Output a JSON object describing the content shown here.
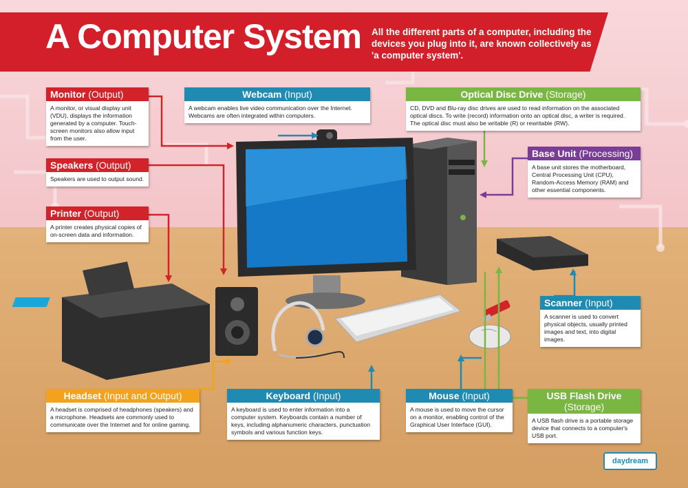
{
  "title": "A Computer System",
  "intro": "All the different parts of a computer, including the devices you plug into it, are known collectively as 'a computer system'.",
  "boxes": {
    "monitor": {
      "name": "Monitor",
      "type": "(Output)",
      "text": "A monitor, or visual display unit (VDU), displays the information generated by a computer. Touch-screen monitors also allow input from the user."
    },
    "speakers": {
      "name": "Speakers",
      "type": "(Output)",
      "text": "Speakers are used to output sound."
    },
    "printer": {
      "name": "Printer",
      "type": "(Output)",
      "text": "A printer creates physical copies of on-screen data and information."
    },
    "webcam": {
      "name": "Webcam",
      "type": "(Input)",
      "text": "A webcam enables live video communication over the Internet. Webcams are often integrated within computers."
    },
    "optical": {
      "name": "Optical Disc Drive",
      "type": "(Storage)",
      "text": "CD, DVD and Blu-ray disc drives are used to read information on the associated optical discs. To write (record) information onto an optical disc, a writer is required. The optical disc must also be writable (R) or rewritable (RW)."
    },
    "base": {
      "name": "Base Unit",
      "type": "(Processing)",
      "text": "A base unit stores the motherboard, Central Processing Unit (CPU), Random-Access Memory (RAM) and other essential components."
    },
    "scanner": {
      "name": "Scanner",
      "type": "(Input)",
      "text": "A scanner is used to convert physical objects, usually printed images and text, into digital images."
    },
    "usb": {
      "name": "USB Flash Drive",
      "type": "(Storage)",
      "text": "A USB flash drive is a portable storage device that connects to a computer's USB port."
    },
    "headset": {
      "name": "Headset",
      "type": "(Input and Output)",
      "text": "A headset is comprised of headphones (speakers) and a microphone. Headsets are commonly used to communicate over the Internet and for online gaming."
    },
    "keyboard": {
      "name": "Keyboard",
      "type": "(Input)",
      "text": "A keyboard is used to enter information into a computer system. Keyboards contain a number of keys, including alphanumeric characters, punctuation symbols and various function keys."
    },
    "mouse": {
      "name": "Mouse",
      "type": "(Input)",
      "text": "A mouse is used to move the cursor on a monitor, enabling control of the Graphical User Interface (GUI)."
    }
  },
  "logo": "daydream",
  "colors": {
    "output": "#d2232a",
    "input": "#1f8ab2",
    "storage": "#7ab642",
    "processing": "#7a3d97",
    "input_output": "#f2a21d"
  }
}
